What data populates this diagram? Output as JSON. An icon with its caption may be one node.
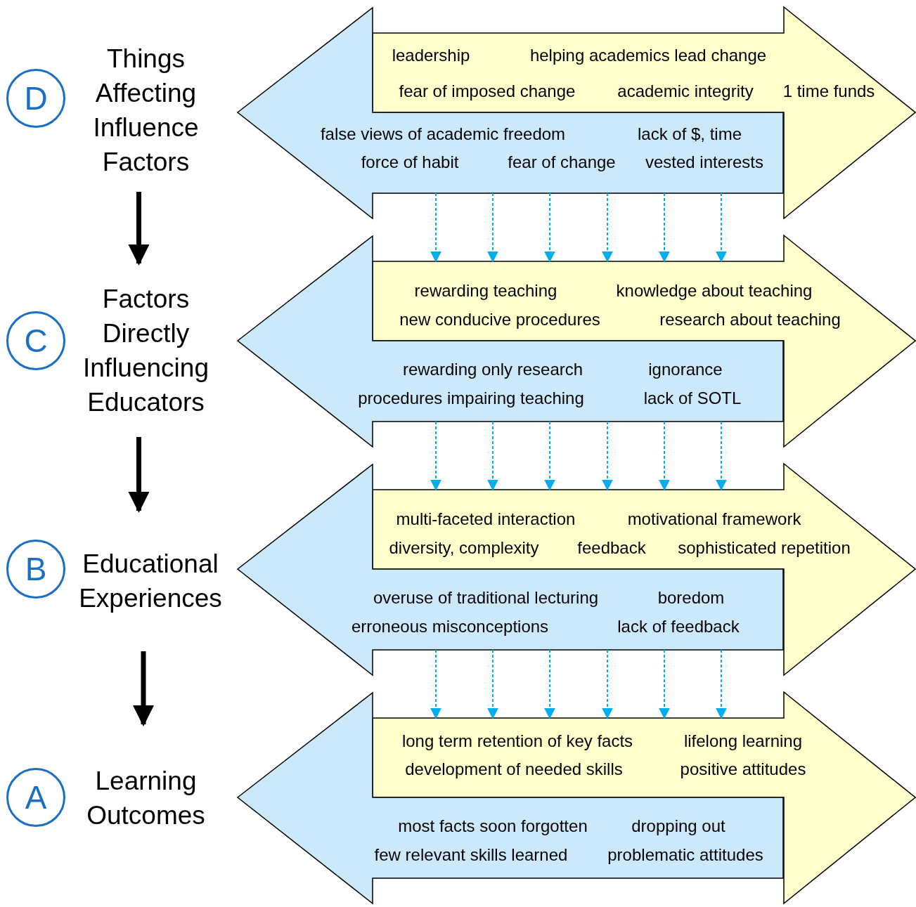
{
  "diagram": {
    "nodes": [
      {
        "text": [
          "D"
        ]
      },
      {
        "text": [
          "Things Affecting Influence Factors"
        ]
      },
      {
        "text": [
          "leadership",
          "helping academics lead change",
          "fear of imposed change",
          "academic integrity",
          "1 time funds"
        ]
      },
      {
        "text": [
          "false views of academic freedom",
          "lack of $, time",
          "force of habit",
          "fear of change",
          "vested interests"
        ]
      },
      {
        "text": [
          "C"
        ]
      },
      {
        "text": [
          "Factors Directly Influencing Educators"
        ]
      },
      {
        "text": [
          "rewarding teaching",
          "knowledge about teaching",
          "new conducive procedures",
          "research about teaching"
        ]
      },
      {
        "text": [
          "rewarding only research",
          "ignorance",
          "procedures impairing teaching",
          "lack of SOTL"
        ]
      },
      {
        "text": [
          "B"
        ]
      },
      {
        "text": [
          "Educational Experiences"
        ]
      },
      {
        "text": [
          "multi-faceted interaction",
          "motivational framework",
          "diversity, complexity",
          "feedback",
          "sophisticated repetition"
        ]
      },
      {
        "text": [
          "overuse of traditional lecturing",
          "boredom",
          "erroneous misconceptions",
          "lack of feedback"
        ]
      },
      {
        "text": [
          "A"
        ]
      },
      {
        "text": [
          "Learning Outcomes"
        ]
      },
      {
        "text": [
          "long term retention of key facts",
          "lifelong learning",
          "development of needed skills",
          "positive attitudes"
        ]
      },
      {
        "text": [
          "most facts soon forgotten",
          "dropping out",
          "few relevant skills learned",
          "problematic attitudes"
        ]
      }
    ],
    "edges": [
      {
        "from": 1,
        "to": 5,
        "arrow": "to",
        "style": "thick",
        "color": "#000000"
      },
      {
        "from": 5,
        "to": 9,
        "arrow": "to",
        "style": "thick",
        "color": "#000000"
      },
      {
        "from": 9,
        "to": 13,
        "arrow": "to",
        "style": "thick",
        "color": "#000000"
      },
      {
        "from": 3,
        "to": 6,
        "arrow": "to",
        "style": "dashed"
      },
      {
        "from": 3,
        "to": 6,
        "arrow": "to",
        "style": "dashed"
      },
      {
        "from": 3,
        "to": 6,
        "arrow": "to",
        "style": "dashed"
      },
      {
        "from": 3,
        "to": 6,
        "arrow": "to",
        "style": "dashed"
      },
      {
        "from": 3,
        "to": 6,
        "arrow": "to",
        "style": "dashed"
      },
      {
        "from": 3,
        "to": 6,
        "arrow": "to",
        "style": "dashed"
      },
      {
        "from": 7,
        "to": 10,
        "arrow": "to",
        "style": "dashed"
      },
      {
        "from": 7,
        "to": 10,
        "arrow": "to",
        "style": "dashed"
      },
      {
        "from": 7,
        "to": 10,
        "arrow": "to",
        "style": "dashed"
      },
      {
        "from": 7,
        "to": 10,
        "arrow": "to",
        "style": "dashed"
      },
      {
        "from": 7,
        "to": 10,
        "arrow": "to",
        "style": "dashed"
      },
      {
        "from": 7,
        "to": 10,
        "arrow": "to",
        "style": "dashed"
      },
      {
        "from": 11,
        "to": 14,
        "arrow": "to",
        "style": "dashed"
      },
      {
        "from": 11,
        "to": 14,
        "arrow": "to",
        "style": "dashed"
      },
      {
        "from": 11,
        "to": 14,
        "arrow": "to",
        "style": "dashed"
      },
      {
        "from": 11,
        "to": 14,
        "arrow": "to",
        "style": "dashed"
      },
      {
        "from": 11,
        "to": 14,
        "arrow": "to",
        "style": "dashed"
      },
      {
        "from": 11,
        "to": 14,
        "arrow": "to",
        "style": "dashed"
      }
    ]
  }
}
